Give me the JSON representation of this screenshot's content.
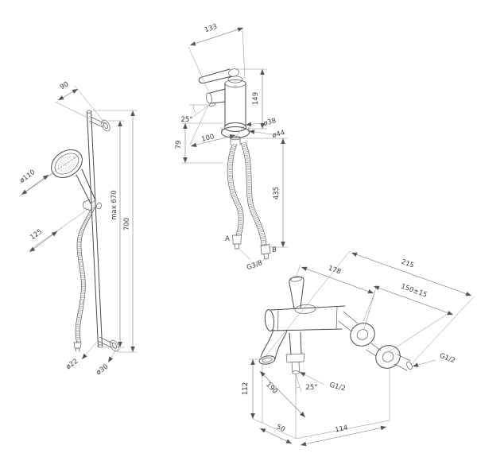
{
  "page": {
    "background": "#ffffff",
    "line_color": "#4a4a4a",
    "dimension_color": "#6b6b6b",
    "text_color": "#3a3a3a"
  },
  "drawings": {
    "shower_set": {
      "label": "shower-rail-set",
      "dims": {
        "bracket_depth": "90",
        "head_diameter": "ø110",
        "handle_offset": "125",
        "max_height": "max 670",
        "total_height": "700",
        "rail_diameter": "ø22",
        "flange_diameter": "ø30"
      }
    },
    "basin_mixer": {
      "label": "basin-mixer",
      "dims": {
        "spout_reach": "133",
        "total_height": "149",
        "spout_angle": "25°",
        "base_depth": "100",
        "spout_height": "79",
        "base_diameter": "ø38",
        "escutcheon_diameter": "ø44",
        "hose_length": "435",
        "hose_a": "A",
        "hose_b": "B",
        "hose_thread": "G3/8"
      }
    },
    "bath_mixer": {
      "label": "bath-shower-mixer",
      "dims": {
        "total_depth": "215",
        "body_width": "178",
        "wall_centers": "150±15",
        "wall_thread": "G1/2",
        "height": "112",
        "depth": "190",
        "outlet_angle": "25°",
        "outlet_thread": "G1/2",
        "outlet_offset": "114",
        "spout_offset": "50"
      }
    }
  }
}
